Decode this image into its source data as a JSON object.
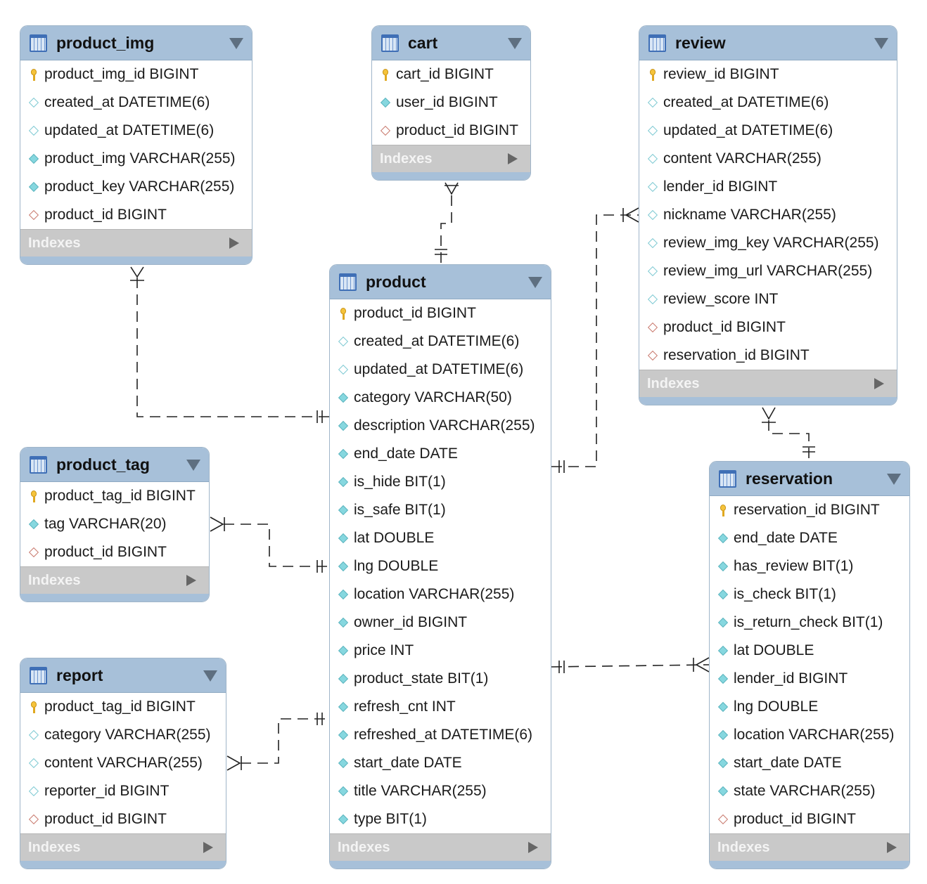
{
  "tables": {
    "product_img": {
      "title": "product_img",
      "columns": [
        {
          "name": "product_img_id BIGINT",
          "icon": "primary-key"
        },
        {
          "name": "created_at DATETIME(6)",
          "icon": "nullable"
        },
        {
          "name": "updated_at DATETIME(6)",
          "icon": "nullable"
        },
        {
          "name": "product_img VARCHAR(255)",
          "icon": "not-null"
        },
        {
          "name": "product_key VARCHAR(255)",
          "icon": "not-null"
        },
        {
          "name": "product_id BIGINT",
          "icon": "foreign-key"
        }
      ],
      "indexes_label": "Indexes"
    },
    "cart": {
      "title": "cart",
      "columns": [
        {
          "name": "cart_id BIGINT",
          "icon": "primary-key"
        },
        {
          "name": "user_id BIGINT",
          "icon": "not-null"
        },
        {
          "name": "product_id BIGINT",
          "icon": "foreign-key"
        }
      ],
      "indexes_label": "Indexes"
    },
    "review": {
      "title": "review",
      "columns": [
        {
          "name": "review_id BIGINT",
          "icon": "primary-key"
        },
        {
          "name": "created_at DATETIME(6)",
          "icon": "nullable"
        },
        {
          "name": "updated_at DATETIME(6)",
          "icon": "nullable"
        },
        {
          "name": "content VARCHAR(255)",
          "icon": "nullable"
        },
        {
          "name": "lender_id BIGINT",
          "icon": "nullable"
        },
        {
          "name": "nickname VARCHAR(255)",
          "icon": "nullable"
        },
        {
          "name": "review_img_key VARCHAR(255)",
          "icon": "nullable"
        },
        {
          "name": "review_img_url VARCHAR(255)",
          "icon": "nullable"
        },
        {
          "name": "review_score INT",
          "icon": "nullable"
        },
        {
          "name": "product_id BIGINT",
          "icon": "foreign-key"
        },
        {
          "name": "reservation_id BIGINT",
          "icon": "foreign-key"
        }
      ],
      "indexes_label": "Indexes"
    },
    "product": {
      "title": "product",
      "columns": [
        {
          "name": "product_id BIGINT",
          "icon": "primary-key"
        },
        {
          "name": "created_at DATETIME(6)",
          "icon": "nullable"
        },
        {
          "name": "updated_at DATETIME(6)",
          "icon": "nullable"
        },
        {
          "name": "category VARCHAR(50)",
          "icon": "not-null"
        },
        {
          "name": "description VARCHAR(255)",
          "icon": "not-null"
        },
        {
          "name": "end_date DATE",
          "icon": "not-null"
        },
        {
          "name": "is_hide BIT(1)",
          "icon": "not-null"
        },
        {
          "name": "is_safe BIT(1)",
          "icon": "not-null"
        },
        {
          "name": "lat DOUBLE",
          "icon": "not-null"
        },
        {
          "name": "lng DOUBLE",
          "icon": "not-null"
        },
        {
          "name": "location VARCHAR(255)",
          "icon": "not-null"
        },
        {
          "name": "owner_id BIGINT",
          "icon": "not-null"
        },
        {
          "name": "price INT",
          "icon": "not-null"
        },
        {
          "name": "product_state BIT(1)",
          "icon": "not-null"
        },
        {
          "name": "refresh_cnt INT",
          "icon": "not-null"
        },
        {
          "name": "refreshed_at DATETIME(6)",
          "icon": "not-null"
        },
        {
          "name": "start_date DATE",
          "icon": "not-null"
        },
        {
          "name": "title VARCHAR(255)",
          "icon": "not-null"
        },
        {
          "name": "type BIT(1)",
          "icon": "not-null"
        }
      ],
      "indexes_label": "Indexes"
    },
    "product_tag": {
      "title": "product_tag",
      "columns": [
        {
          "name": "product_tag_id BIGINT",
          "icon": "primary-key"
        },
        {
          "name": "tag VARCHAR(20)",
          "icon": "not-null"
        },
        {
          "name": "product_id BIGINT",
          "icon": "foreign-key"
        }
      ],
      "indexes_label": "Indexes"
    },
    "reservation": {
      "title": "reservation",
      "columns": [
        {
          "name": "reservation_id BIGINT",
          "icon": "primary-key"
        },
        {
          "name": "end_date DATE",
          "icon": "not-null"
        },
        {
          "name": "has_review BIT(1)",
          "icon": "not-null"
        },
        {
          "name": "is_check BIT(1)",
          "icon": "not-null"
        },
        {
          "name": "is_return_check BIT(1)",
          "icon": "not-null"
        },
        {
          "name": "lat DOUBLE",
          "icon": "not-null"
        },
        {
          "name": "lender_id BIGINT",
          "icon": "not-null"
        },
        {
          "name": "lng DOUBLE",
          "icon": "not-null"
        },
        {
          "name": "location VARCHAR(255)",
          "icon": "not-null"
        },
        {
          "name": "start_date DATE",
          "icon": "not-null"
        },
        {
          "name": "state VARCHAR(255)",
          "icon": "not-null"
        },
        {
          "name": "product_id BIGINT",
          "icon": "foreign-key"
        }
      ],
      "indexes_label": "Indexes"
    },
    "report": {
      "title": "report",
      "columns": [
        {
          "name": "product_tag_id BIGINT",
          "icon": "primary-key"
        },
        {
          "name": "category VARCHAR(255)",
          "icon": "nullable"
        },
        {
          "name": "content VARCHAR(255)",
          "icon": "nullable"
        },
        {
          "name": "reporter_id BIGINT",
          "icon": "nullable"
        },
        {
          "name": "product_id BIGINT",
          "icon": "foreign-key"
        }
      ],
      "indexes_label": "Indexes"
    }
  },
  "relationships": [
    {
      "from": "product",
      "to": "product_img",
      "cardinality": "one-to-many"
    },
    {
      "from": "product",
      "to": "cart",
      "cardinality": "one-to-many"
    },
    {
      "from": "product",
      "to": "review",
      "cardinality": "one-to-many"
    },
    {
      "from": "product",
      "to": "product_tag",
      "cardinality": "one-to-many"
    },
    {
      "from": "product",
      "to": "report",
      "cardinality": "one-to-many"
    },
    {
      "from": "product",
      "to": "reservation",
      "cardinality": "one-to-many"
    },
    {
      "from": "reservation",
      "to": "review",
      "cardinality": "one-to-many"
    }
  ]
}
